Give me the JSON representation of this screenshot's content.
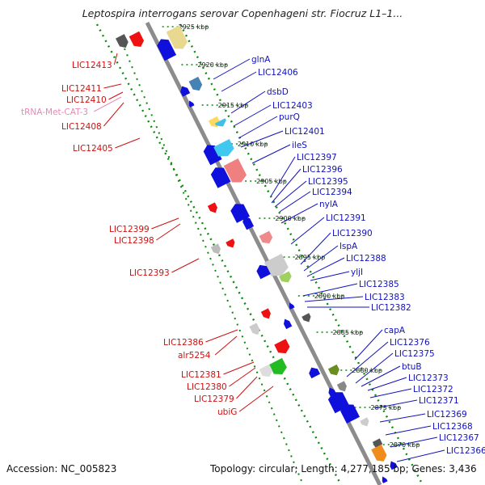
{
  "title": "Leptospira interrogans serovar Copenhageni str. Fiocruz L1–1...",
  "footer": {
    "accession": "Accession: NC_005823",
    "topology": "Topology: circular; Length: 4,277,185 bp; Genes: 3,436"
  },
  "colors": {
    "backbone": "#8c8c8c",
    "guide": "#0a8a0a",
    "left_label": "#cc1111",
    "right_label": "#1111bb",
    "trna_label": "#e888b8",
    "forward_gene": "#ee1111",
    "reverse_gene": "#1010dd"
  },
  "kbp_ticks": [
    {
      "label": "2925 kbp"
    },
    {
      "label": "2920 kbp"
    },
    {
      "label": "2915 kbp"
    },
    {
      "label": "2910 kbp"
    },
    {
      "label": "2905 kbp"
    },
    {
      "label": "2900 kbp"
    },
    {
      "label": "2895 kbp"
    },
    {
      "label": "2890 kbp"
    },
    {
      "label": "2885 kbp"
    },
    {
      "label": "2880 kbp"
    },
    {
      "label": "2875 kbp"
    },
    {
      "label": "2870 kbp"
    }
  ],
  "left_labels": [
    {
      "text": "LIC12413",
      "kind": "gene"
    },
    {
      "text": "LIC12411",
      "kind": "gene"
    },
    {
      "text": "LIC12410",
      "kind": "gene"
    },
    {
      "text": "tRNA-Met-CAT-3",
      "kind": "trna"
    },
    {
      "text": "LIC12408",
      "kind": "gene"
    },
    {
      "text": "LIC12405",
      "kind": "gene"
    },
    {
      "text": "LIC12399",
      "kind": "gene"
    },
    {
      "text": "LIC12398",
      "kind": "gene"
    },
    {
      "text": "LIC12393",
      "kind": "gene"
    },
    {
      "text": "LIC12386",
      "kind": "gene"
    },
    {
      "text": "alr5254",
      "kind": "gene"
    },
    {
      "text": "LIC12381",
      "kind": "gene"
    },
    {
      "text": "LIC12380",
      "kind": "gene"
    },
    {
      "text": "LIC12379",
      "kind": "gene"
    },
    {
      "text": "ubiG",
      "kind": "gene"
    }
  ],
  "right_labels": [
    {
      "text": "glnA"
    },
    {
      "text": "LIC12406"
    },
    {
      "text": "dsbD"
    },
    {
      "text": "LIC12403"
    },
    {
      "text": "purQ"
    },
    {
      "text": "LIC12401"
    },
    {
      "text": "ileS"
    },
    {
      "text": "LIC12397"
    },
    {
      "text": "LIC12396"
    },
    {
      "text": "LIC12395"
    },
    {
      "text": "LIC12394"
    },
    {
      "text": "nylA"
    },
    {
      "text": "LIC12391"
    },
    {
      "text": "LIC12390"
    },
    {
      "text": "lspA"
    },
    {
      "text": "LIC12388"
    },
    {
      "text": "yljI"
    },
    {
      "text": "LIC12385"
    },
    {
      "text": "LIC12383"
    },
    {
      "text": "LIC12382"
    },
    {
      "text": "capA"
    },
    {
      "text": "LIC12376"
    },
    {
      "text": "LIC12375"
    },
    {
      "text": "btuB"
    },
    {
      "text": "LIC12373"
    },
    {
      "text": "LIC12372"
    },
    {
      "text": "LIC12371"
    },
    {
      "text": "LIC12369"
    },
    {
      "text": "LIC12368"
    },
    {
      "text": "LIC12367"
    },
    {
      "text": "LIC12366"
    }
  ]
}
